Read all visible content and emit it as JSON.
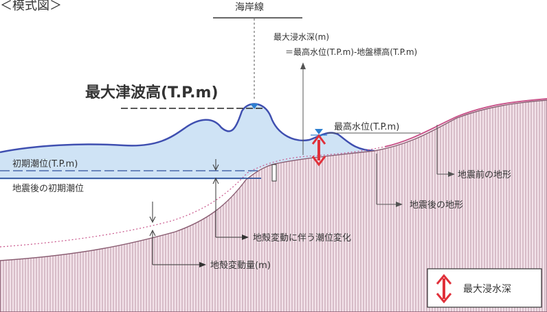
{
  "diagram": {
    "title": "＜模式図＞",
    "labels": {
      "coastline": "海岸線",
      "max_inundation_depth_def_line1": "最大浸水深(m)",
      "max_inundation_depth_def_line2": "＝最高水位(T.P.m)-地盤標高(T.P.m)",
      "max_tsunami_height": "最大津波高(T.P.m)",
      "max_water_level": "最高水位(T.P.m)",
      "initial_tide_level": "初期潮位(T.P.m)",
      "post_quake_initial_tide": "地震後の初期潮位",
      "pre_quake_terrain": "地震前の地形",
      "post_quake_terrain": "地震後の地形",
      "tide_change_crustal": "地殻変動に伴う潮位変化",
      "crustal_deformation": "地殻変動量(m)"
    },
    "legend": {
      "label": "最大浸水深"
    },
    "colors": {
      "water_fill": "#cfe3f5",
      "water_line": "#3f4fb0",
      "land_fill": "#f2dfe6",
      "land_hatch": "#b98fa0",
      "pre_quake_line": "#c8548a",
      "arrow_red": "#e0303a",
      "marker_blue": "#2d7fd0"
    }
  }
}
